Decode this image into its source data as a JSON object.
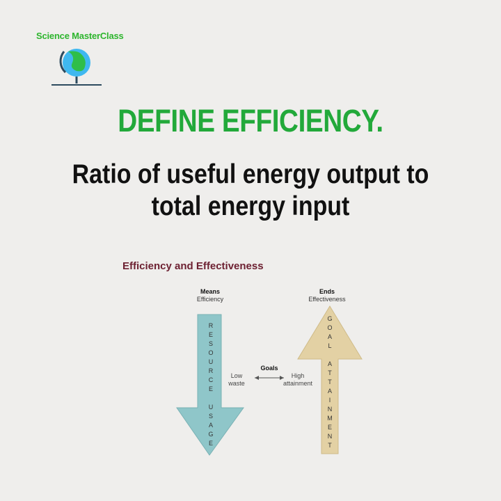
{
  "brand": {
    "name": "Science MasterClass",
    "logo": "globe-icon"
  },
  "headline": "DEFINE EFFICIENCY.",
  "answer": {
    "line1": "Ratio of useful energy output to",
    "line2": "total energy input"
  },
  "diagram": {
    "title": "Efficiency and Effectiveness",
    "left": {
      "heading": "Means",
      "sub": "Efficiency",
      "arrow_text": "RESOURCE USAGE",
      "color": "#8fc6c9"
    },
    "right": {
      "heading": "Ends",
      "sub": "Effectiveness",
      "arrow_text": "GOAL ATTAINMENT",
      "color": "#e3d1a4"
    },
    "middle": {
      "label": "Goals",
      "left": "Low\nwaste",
      "right": "High\nattainment"
    }
  }
}
